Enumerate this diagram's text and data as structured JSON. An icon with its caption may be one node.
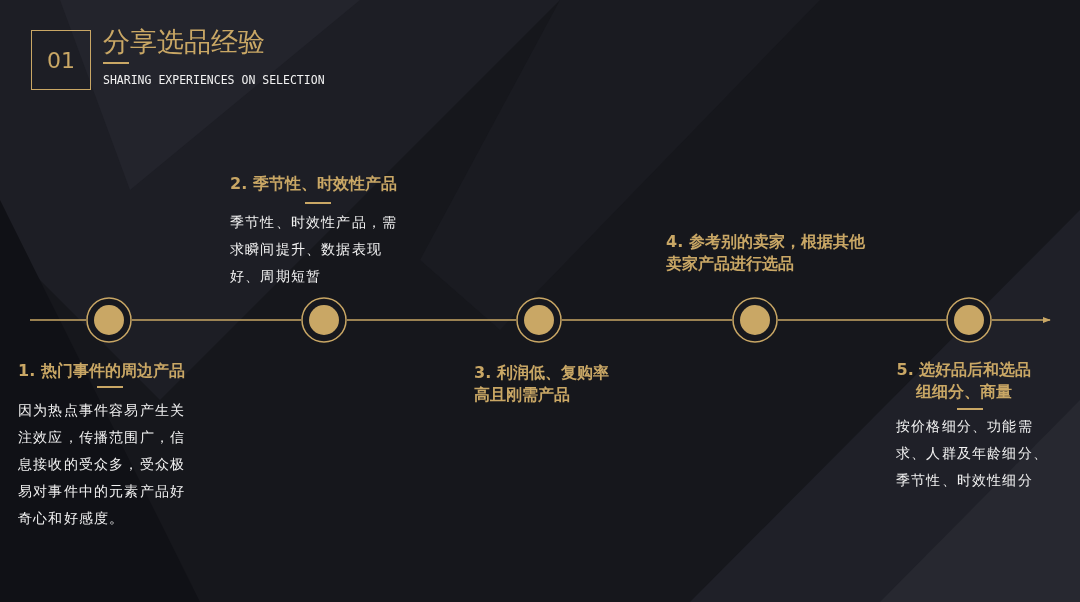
{
  "diagram": {
    "title": "分享选品经验",
    "nodes": [
      {
        "text": [
          "01"
        ]
      },
      {
        "text": [],
        "shape": "circle",
        "beside": [
          "1. 热门事件的周边产品",
          "因为热点事件容易产生关注效应，传播范围广，信息接收的受众多，受众极易对事件中的元素产品好奇心和好感度。"
        ]
      },
      {
        "text": [],
        "shape": "circle",
        "beside": [
          "2. 季节性、时效性产品",
          "季节性、时效性产品，需求瞬间提升、数据表现好、周期短暂"
        ]
      },
      {
        "text": [],
        "shape": "circle",
        "beside": [
          "3. 利润低、复购率高且刚需产品"
        ]
      },
      {
        "text": [],
        "shape": "circle",
        "beside": [
          "4. 参考别的卖家，根据其他卖家产品进行选品"
        ]
      },
      {
        "text": [],
        "shape": "circle",
        "beside": [
          "5. 选好品后和选品组细分、商量",
          "按价格细分、功能需求、人群及年龄细分、季节性、时效性细分"
        ]
      }
    ],
    "edges": [
      {
        "from": null,
        "to": 1,
        "arrow": "none"
      },
      {
        "from": 1,
        "to": 2,
        "arrow": "none"
      },
      {
        "from": 2,
        "to": 3,
        "arrow": "none"
      },
      {
        "from": 3,
        "to": 4,
        "arrow": "none"
      },
      {
        "from": 4,
        "to": 5,
        "arrow": "none"
      },
      {
        "from": 5,
        "to": null,
        "arrow": "to"
      }
    ],
    "labels": [
      "SHARING EXPERIENCES ON SELECTION"
    ]
  }
}
